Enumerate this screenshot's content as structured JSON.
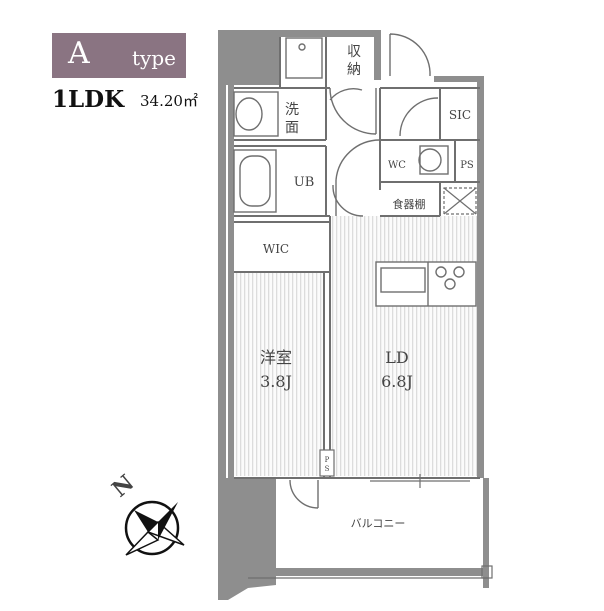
{
  "header": {
    "type_letter": "A",
    "type_word": "type",
    "layout": "1LDK",
    "area": "34.20㎡"
  },
  "rooms": {
    "storage": "収\n納",
    "washroom": "洗\n面",
    "sic": "SIC",
    "wc": "WC",
    "ps_upper": "PS",
    "ub": "UB",
    "pantry": "食器棚",
    "wic": "WIC",
    "western_name": "洋室",
    "western_size": "3.8J",
    "ld_name": "LD",
    "ld_size": "6.8J",
    "ps_lower": "P\nS",
    "balcony": "バルコニー"
  },
  "compass": {
    "north_label": "N"
  },
  "colors": {
    "wall": "#8e8e8e",
    "stripe": "#e4e4e4",
    "line": "#6f6f6f"
  }
}
